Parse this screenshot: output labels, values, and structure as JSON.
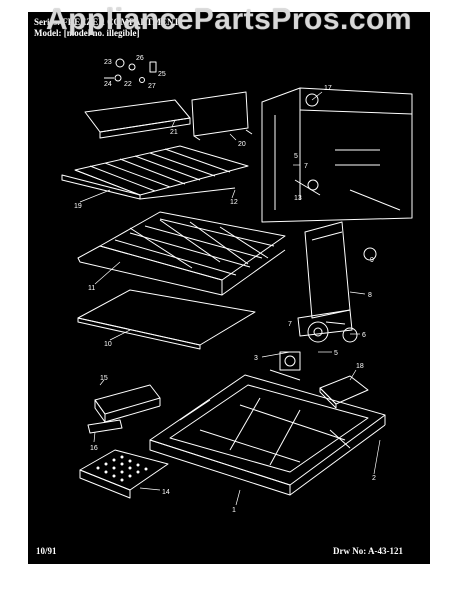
{
  "watermark": "AppliancePartsPros.com",
  "header": {
    "series": "Series: FREEZER COMPARTMENT",
    "model": "Model: [model no. illegible]"
  },
  "footer": {
    "date": "10/91",
    "drawing_number": "Drw No: A-43-121"
  },
  "callouts": {
    "c1": "1",
    "c2": "2",
    "c3": "3",
    "c5": "5",
    "c6": "6",
    "c7": "7",
    "c8": "8",
    "c9": "9",
    "c10": "10",
    "c11": "11",
    "c12": "12",
    "c13": "13",
    "c14": "14",
    "c15": "15",
    "c16": "16",
    "c17": "17",
    "c18": "18",
    "c19": "19",
    "c20": "20",
    "c21": "21",
    "c22": "22",
    "c23": "23",
    "c24": "24",
    "c25": "25",
    "c26": "26",
    "c27": "27"
  },
  "colors": {
    "background": "#000000",
    "linework": "#ffffff",
    "page": "#ffffff"
  }
}
